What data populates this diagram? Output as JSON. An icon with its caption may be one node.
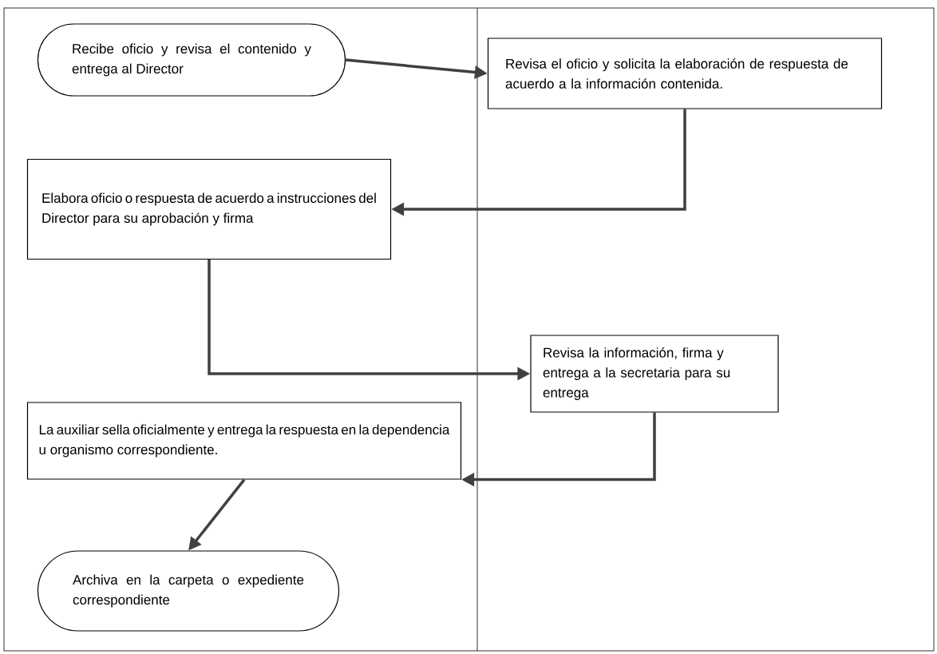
{
  "diagram": {
    "nodes": [
      {
        "text": [
          "Recibe oficio y revisa el contenido y entrega al Director"
        ]
      },
      {
        "text": [
          "Revisa el oficio y solicita la elaboración de respuesta de acuerdo a la información contenida."
        ]
      },
      {
        "text": [
          "Elabora oficio o respuesta de acuerdo a instrucciones del Director para su aprobación y firma"
        ]
      },
      {
        "text": [
          "Revisa la información, firma y entrega a la secretaria para su entrega"
        ]
      },
      {
        "text": [
          "La auxiliar sella oficialmente y entrega la respuesta en la dependencia u organismo correspondiente."
        ]
      },
      {
        "text": [
          "Archiva en la carpeta o expediente correspondiente"
        ]
      }
    ],
    "edges": [
      {
        "from": 0,
        "to": 1,
        "arrow": "to"
      },
      {
        "from": 1,
        "to": 2,
        "arrow": "to"
      },
      {
        "from": 2,
        "to": 3,
        "arrow": "to"
      },
      {
        "from": 3,
        "to": 4,
        "arrow": "to"
      },
      {
        "from": 4,
        "to": 5,
        "arrow": "to"
      }
    ]
  }
}
